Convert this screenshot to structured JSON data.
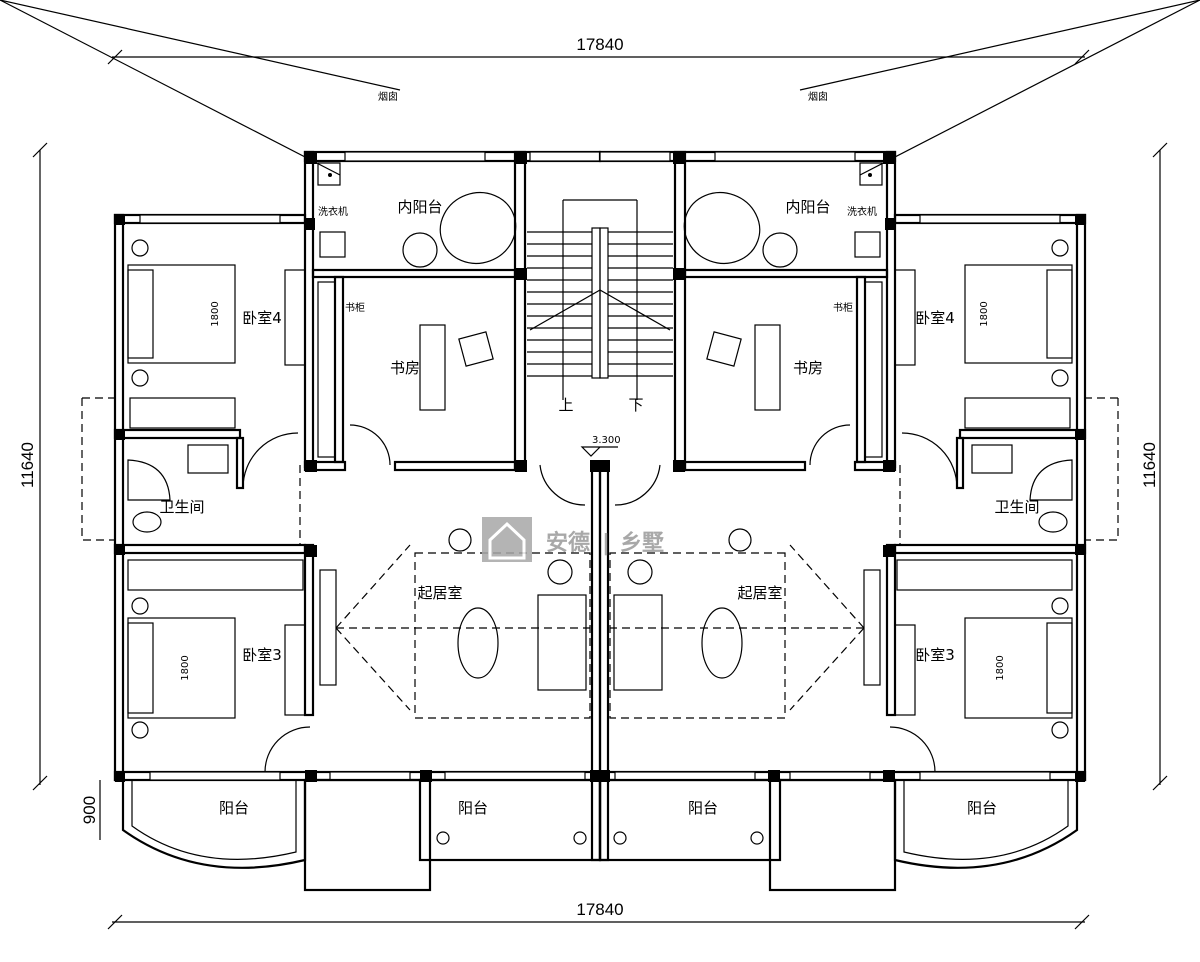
{
  "dimensions": {
    "top_width": "17840",
    "bottom_width": "17840",
    "left_depth": "11640",
    "right_depth": "11640",
    "balcony_depth": "900"
  },
  "level_mark": "3.300",
  "stairs": {
    "up": "上",
    "down": "下"
  },
  "rooms": {
    "chimney_left": "烟囱",
    "chimney_right": "烟囱",
    "inner_balcony_left": "内阳台",
    "inner_balcony_right": "内阳台",
    "washer_left": "洗衣机",
    "washer_right": "洗衣机",
    "bookcase_left": "书柜",
    "bookcase_right": "书柜",
    "study_left": "书房",
    "study_right": "书房",
    "bedroom4_left": "卧室4",
    "bedroom4_right": "卧室4",
    "bathroom_left": "卫生间",
    "bathroom_right": "卫生间",
    "living_left": "起居室",
    "living_right": "起居室",
    "bedroom3_left": "卧室3",
    "bedroom3_right": "卧室3",
    "balcony_1": "阳台",
    "balcony_2": "阳台",
    "balcony_3": "阳台",
    "balcony_4": "阳台"
  },
  "beds": {
    "b4l": "1800",
    "b4r": "1800",
    "b3l": "1800",
    "b3r": "1800"
  },
  "watermark": {
    "brand": "安德",
    "sep": "|",
    "sub": "乡墅"
  }
}
